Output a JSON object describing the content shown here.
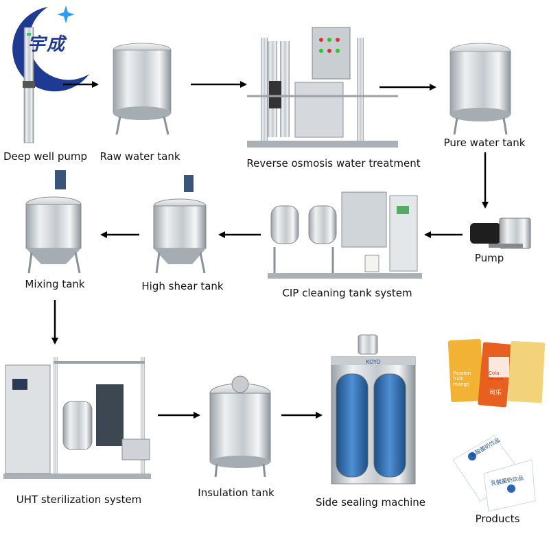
{
  "logo": {
    "text": "宇成",
    "color_primary": "#1f3a93",
    "color_accent": "#2a9df4"
  },
  "steps": {
    "deep_well_pump": "Deep well pump",
    "raw_water_tank": "Raw water tank",
    "reverse_osmosis": "Reverse osmosis water treatment",
    "pure_water_tank": "Pure water tank",
    "pump": "Pump",
    "cip": "CIP cleaning tank system",
    "high_shear_tank": "High shear tank",
    "mixing_tank": "Mixing tank",
    "uht": "UHT sterilization system",
    "insulation_tank": "Insulation tank",
    "side_sealing": "Side sealing machine",
    "products": "Products"
  },
  "machine_brand": "KOYO",
  "product_labels": {
    "juice_1": "Passion fruit mango",
    "juice_2": "Cola lemon",
    "juice_3": "可乐",
    "milk": "乳酸菌奶饮品"
  },
  "colors": {
    "steel_light": "#e6e9ec",
    "steel_mid": "#b9bfc5",
    "steel_dark": "#7f868d",
    "arrow": "#000000",
    "glass": "#2d6fb5"
  }
}
